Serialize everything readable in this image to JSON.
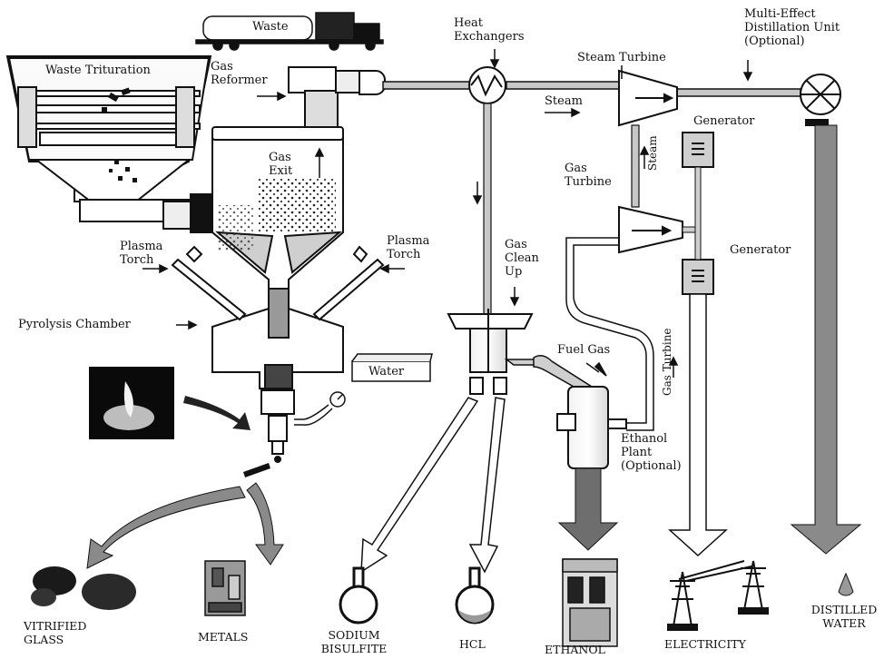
{
  "labels": {
    "waste": "Waste",
    "waste_trituration": "Waste Trituration",
    "gas_reformer": "Gas\nReformer",
    "gas_exit": "Gas\nExit",
    "heat_exchangers": "Heat\nExchangers",
    "steam_turbine": "Steam Turbine",
    "multi_effect": "Multi-Effect\nDistillation Unit\n(Optional)",
    "steam": "Steam",
    "generator_top": "Generator",
    "steam_vertical": "Steam",
    "gas_turbine": "Gas\nTurbine",
    "generator_mid": "Generator",
    "plasma_torch_left": "Plasma\nTorch",
    "plasma_torch_right": "Plasma\nTorch",
    "gas_clean_up": "Gas\nClean\nUp",
    "pyrolysis_chamber": "Pyrolysis Chamber",
    "water": "Water",
    "fuel_gas": "Fuel Gas",
    "gas_turbine_vertical": "Gas Turbine",
    "ethanol_plant": "Ethanol\nPlant\n(Optional)"
  },
  "outputs": {
    "vitrified_glass": "VITRIFIED\nGLASS",
    "metals": "METALS",
    "sodium_bisulfite": "SODIUM\nBISULFITE",
    "hcl": "HCL",
    "ethanol": "ETHANOL",
    "electricity": "ELECTRICITY",
    "distilled_water": "DISTILLED\nWATER"
  },
  "colors": {
    "line": "#111111",
    "pipe_fill": "#c8c8c8",
    "arrow_gray": "#8a8a8a",
    "dark": "#222222"
  }
}
